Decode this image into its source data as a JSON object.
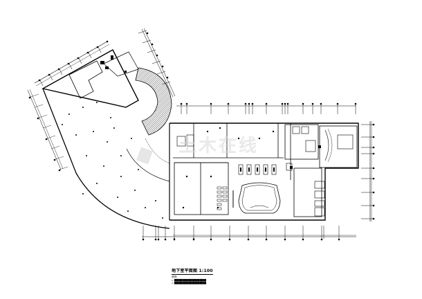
{
  "drawing": {
    "type": "architectural floor plan (CAD)",
    "title": "地下室平面图 1:100",
    "notes_label": "说明:",
    "notes": [
      "1. ████████████████████",
      "2. ████████████████████"
    ],
    "watermark": "土木在线",
    "colors": {
      "background": "#ffffff",
      "line": "#000000",
      "hatch": "#555555",
      "watermark": "#d8d8d8"
    }
  },
  "regions": [
    {
      "name": "north-wing",
      "description": "angled rectangular wing at upper-left with rooms and axis grid"
    },
    {
      "name": "curved-parking",
      "description": "large curved basement area with column dots"
    },
    {
      "name": "spiral-ramp",
      "description": "hatched curved ramp/stair between wings"
    },
    {
      "name": "central-block",
      "description": "rooms, elevator cores, parking stalls"
    },
    {
      "name": "banquet-area",
      "description": "rounded stage/table arrangement with rows of seating"
    },
    {
      "name": "east-block",
      "description": "equipment rooms and stairs at right end"
    }
  ],
  "axis_grid": {
    "top_row_count": 18,
    "bottom_row_count": 20,
    "right_column_count": 9
  }
}
